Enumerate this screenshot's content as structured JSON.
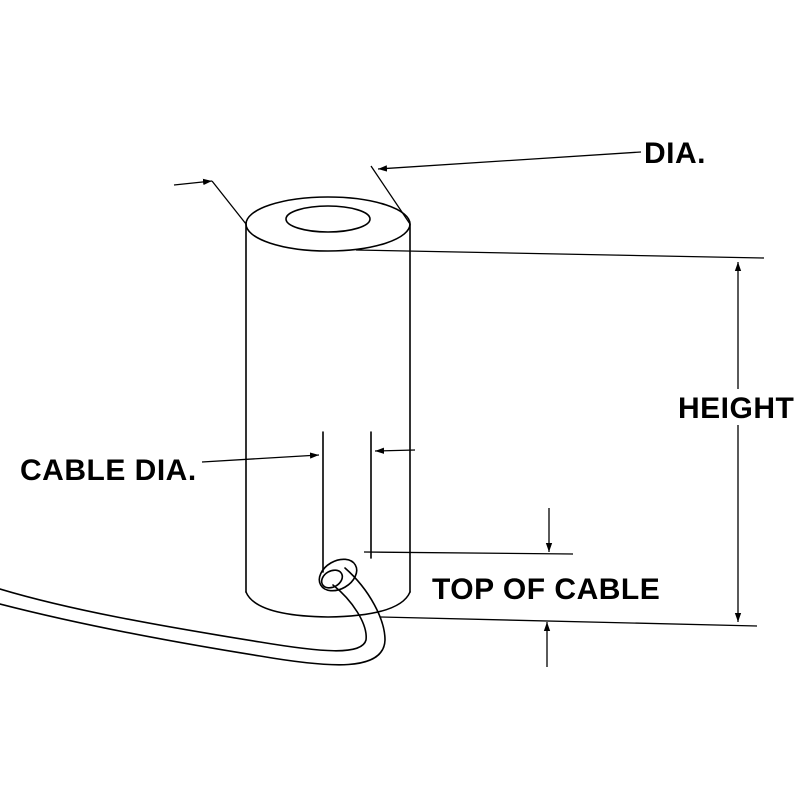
{
  "labels": {
    "dia": "DIA.",
    "height": "HEIGHT",
    "cable_dia": "CABLE DIA.",
    "top_of_cable": "TOP OF CABLE"
  },
  "colors": {
    "line": "#000000",
    "background": "#ffffff"
  }
}
